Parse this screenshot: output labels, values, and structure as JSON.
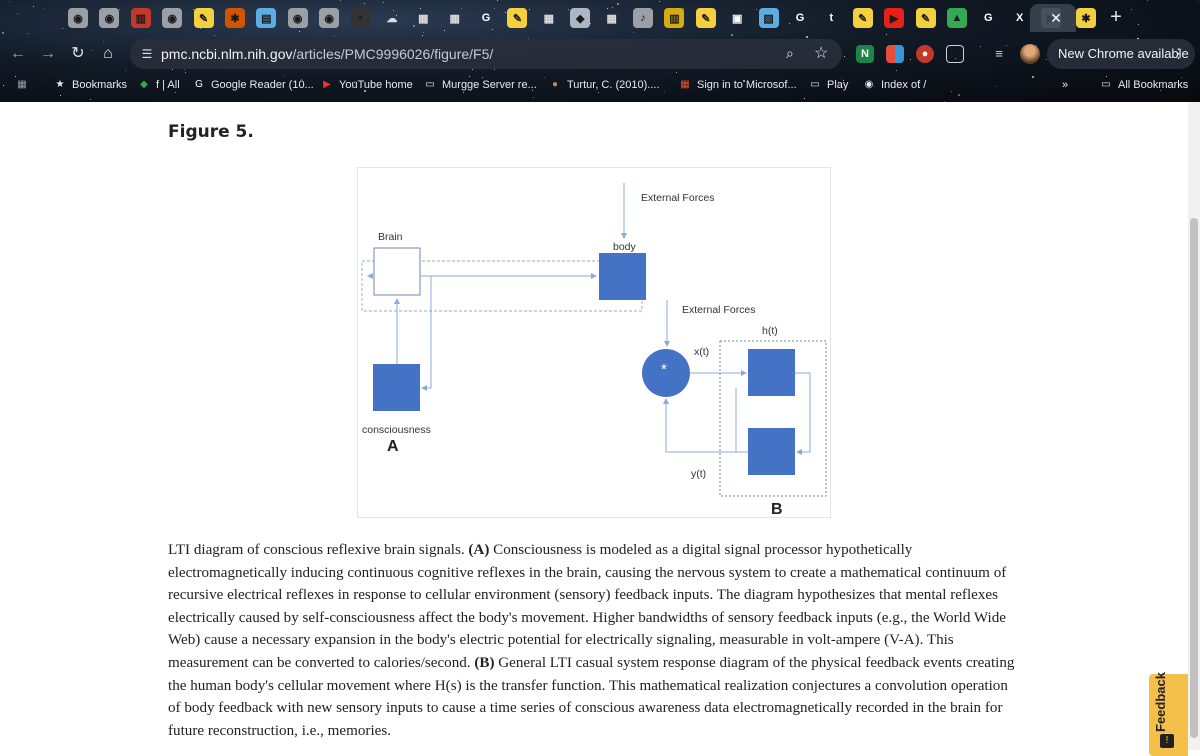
{
  "browser": {
    "tabs": [
      {
        "icon": "globe-icon",
        "color": "#9aa0a6",
        "glyph": "◉"
      },
      {
        "icon": "globe-icon",
        "color": "#9aa0a6",
        "glyph": "◉"
      },
      {
        "icon": "book-icon",
        "color": "#c0392b",
        "glyph": "▥"
      },
      {
        "icon": "globe-icon",
        "color": "#9aa0a6",
        "glyph": "◉"
      },
      {
        "icon": "bookmark-yellow-icon",
        "color": "#f4d03f",
        "glyph": "✎"
      },
      {
        "icon": "red-logo-icon",
        "color": "#d35400",
        "glyph": "✱"
      },
      {
        "icon": "doc-icon",
        "color": "#5dade2",
        "glyph": "▤"
      },
      {
        "icon": "globe-icon",
        "color": "#9aa0a6",
        "glyph": "◉"
      },
      {
        "icon": "globe-icon",
        "color": "#9aa0a6",
        "glyph": "◉"
      },
      {
        "icon": "dark-icon",
        "color": "#333333",
        "glyph": "▪"
      },
      {
        "icon": "cloud-icon",
        "color": "#dddddd",
        "glyph": "☁"
      },
      {
        "icon": "chart-icon",
        "color": "#dddddd",
        "glyph": "▦"
      },
      {
        "icon": "chart-icon",
        "color": "#dddddd",
        "glyph": "▦"
      },
      {
        "icon": "google-icon",
        "color": "#ffffff",
        "glyph": "G"
      },
      {
        "icon": "bookmark-yellow-icon",
        "color": "#f4d03f",
        "glyph": "✎"
      },
      {
        "icon": "chart-icon",
        "color": "#dddddd",
        "glyph": "▦"
      },
      {
        "icon": "layers-icon",
        "color": "#aab7c4",
        "glyph": "◆"
      },
      {
        "icon": "chart-icon",
        "color": "#dddddd",
        "glyph": "▦"
      },
      {
        "icon": "speaker-icon",
        "color": "#9aa0a6",
        "glyph": "♪"
      },
      {
        "icon": "bank-icon",
        "color": "#d4ac0d",
        "glyph": "▥"
      },
      {
        "icon": "bookmark-yellow-icon",
        "color": "#f4d03f",
        "glyph": "✎"
      },
      {
        "icon": "square-icon",
        "color": "#ffffff",
        "glyph": "▣"
      },
      {
        "icon": "map-icon",
        "color": "#5dade2",
        "glyph": "▧"
      },
      {
        "icon": "google-icon",
        "color": "#ffffff",
        "glyph": "G"
      },
      {
        "icon": "t-icon",
        "color": "#ffffff",
        "glyph": "t"
      },
      {
        "icon": "bookmark-yellow-icon",
        "color": "#f4d03f",
        "glyph": "✎"
      },
      {
        "icon": "youtube-icon",
        "color": "#e62117",
        "glyph": "▶"
      },
      {
        "icon": "bookmark-yellow-icon",
        "color": "#f4d03f",
        "glyph": "✎"
      },
      {
        "icon": "drive-icon",
        "color": "#34a853",
        "glyph": "▲"
      },
      {
        "icon": "google-icon",
        "color": "#ffffff",
        "glyph": "G"
      },
      {
        "icon": "x-icon",
        "color": "#ffffff",
        "glyph": "X"
      },
      {
        "icon": "slides-icon",
        "color": "#7f8c8d",
        "glyph": "▶"
      }
    ],
    "active_tab_close": "✕",
    "last_tab": {
      "icon": "puzzle-icon",
      "color": "#f4d03f",
      "glyph": "✱"
    },
    "new_tab": "+",
    "url_host": "pmc.ncbi.nlm.nih.gov",
    "url_path": "/articles/PMC9996026/figure/F5/",
    "new_chrome_label": "New Chrome available",
    "bookmarks": [
      {
        "icon": "apps-grid-icon",
        "label": ""
      },
      {
        "icon": "star-icon",
        "label": "Bookmarks"
      },
      {
        "icon": "feedly-icon",
        "label": "f | All"
      },
      {
        "icon": "google-icon",
        "label": "Google Reader (10..."
      },
      {
        "icon": "youtube-icon",
        "label": "YouTube home"
      },
      {
        "icon": "folder-icon",
        "label": "Murgge Server re..."
      },
      {
        "icon": "avatar-icon",
        "label": "Turtur, C. (2010)...."
      },
      {
        "icon": "microsoft-icon",
        "label": "Sign in to Microsof..."
      },
      {
        "icon": "folder-icon",
        "label": "Play"
      },
      {
        "icon": "globe-icon",
        "label": "Index of /"
      }
    ],
    "all_bookmarks": "All Bookmarks",
    "overflow": "»"
  },
  "page": {
    "figure_heading": "Figure 5.",
    "diagram": {
      "labels": {
        "external_forces_top": "External Forces",
        "brain": "Brain",
        "body": "body",
        "consciousness": "consciousness",
        "panel_a": "A",
        "external_forces_b": "External Forces",
        "h_t": "h(t)",
        "x_t": "x(t)",
        "y_t": "y(t)",
        "panel_b": "B",
        "summer": "*"
      },
      "colors": {
        "block": "#4472c4",
        "arrow": "#8fa9dc",
        "dashed": "#9aa9c8"
      }
    },
    "caption": {
      "p1": "LTI diagram of conscious reflexive brain signals.",
      "a_tag": "(A)",
      "p2": " Consciousness is modeled as a digital signal processor hypothetically electromagnetically inducing continuous cognitive reflexes in the brain, causing the nervous system to create a mathematical continuum of recursive electrical reflexes in response to cellular environment (sensory) feedback inputs. The diagram hypothesizes that mental reflexes electrically caused by self-consciousness affect the body's movement. Higher bandwidths of sensory feedback inputs (e.g., the World Wide Web) cause a necessary expansion in the body's electric potential for electrically signaling, measurable in volt-ampere (V-A). This measurement can be converted to calories/second.",
      "b_tag": "(B)",
      "p3": " General LTI casual system response diagram of the physical feedback events creating the human body's cellular movement where H(s) is the transfer function. This mathematical realization conjectures a convolution operation of body feedback with new sensory inputs to cause a time series of conscious awareness data electromagnetically recorded in the brain for future reconstruction, i.e., memories."
    },
    "feedback_label": "Feedback"
  }
}
